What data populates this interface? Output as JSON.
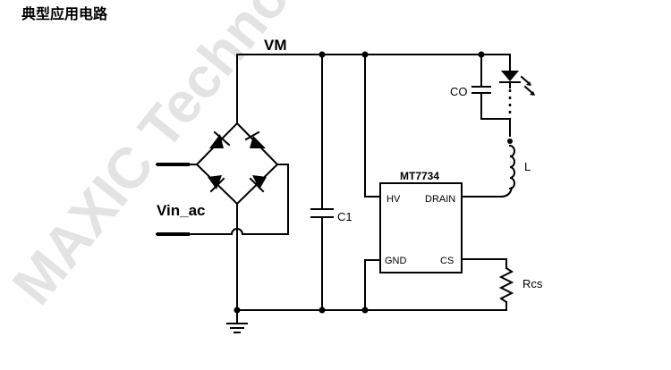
{
  "heading": "典型应用电路",
  "watermark": "MAXIC Technol",
  "colors": {
    "ink": "#000000",
    "watermark": "#e0e0e0"
  },
  "labels": {
    "vm": "VM",
    "vin": "Vin_ac",
    "c1": "C1",
    "co": "CO",
    "inductor": "L",
    "rcs": "Rcs"
  },
  "chip": {
    "name": "MT7734",
    "pins": {
      "hv": "HV",
      "drain": "DRAIN",
      "gnd": "GND",
      "cs": "CS"
    }
  }
}
